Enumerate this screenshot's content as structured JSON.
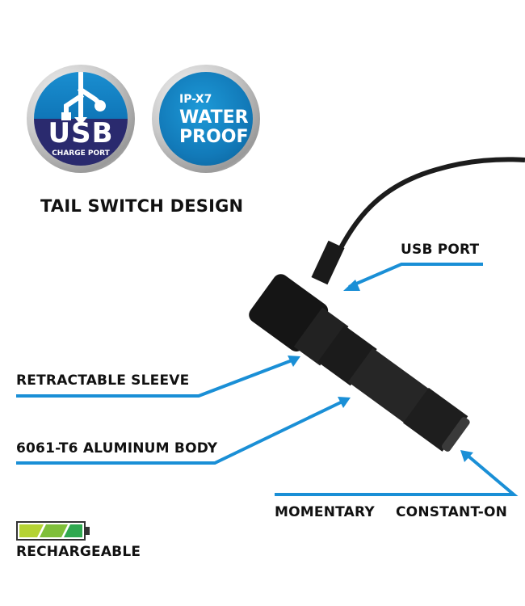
{
  "badges": {
    "usb": {
      "title": "USB",
      "subtitle": "CHARGE PORT",
      "icon": "usb-icon"
    },
    "waterproof": {
      "line1": "IP-X7",
      "line2": "WATER",
      "line3": "PROOF"
    }
  },
  "headings": {
    "tail_switch": "TAIL SWITCH DESIGN"
  },
  "callouts": {
    "usb_port": "USB PORT",
    "retractable_sleeve": "RETRACTABLE SLEEVE",
    "aluminum_body": "6061-T6 ALUMINUM BODY",
    "momentary": "MOMENTARY",
    "constant_on": "CONSTANT-ON"
  },
  "battery": {
    "label": "RECHARGEABLE",
    "segments": [
      "#b5d334",
      "#7fbf3a",
      "#2fa84f"
    ]
  },
  "colors": {
    "accent_blue": "#1a8fd6",
    "text": "#111111"
  }
}
